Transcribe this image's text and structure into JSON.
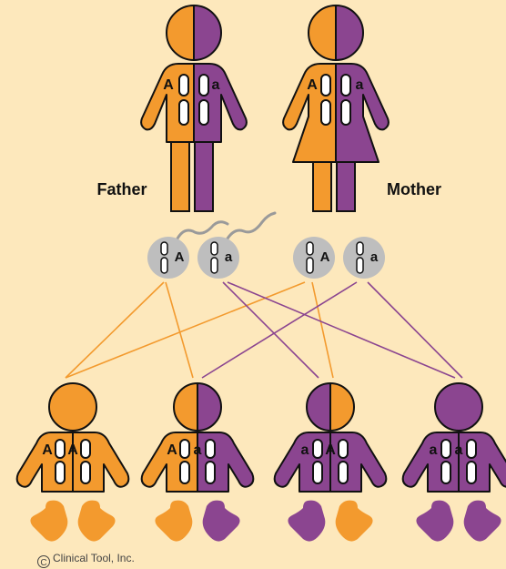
{
  "labels": {
    "father": "Father",
    "mother": "Mother",
    "copyright": "Clinical Tool, Inc."
  },
  "colors": {
    "background": "#FDE8BC",
    "dominant": "#F39A2E",
    "recessive": "#8B4590",
    "gamete": "#BEBEBE",
    "outline": "#111111"
  },
  "parents": [
    {
      "id": "father",
      "alleles": [
        "A",
        "a"
      ]
    },
    {
      "id": "mother",
      "alleles": [
        "A",
        "a"
      ]
    }
  ],
  "gametes": [
    {
      "parent": "father",
      "allele": "A"
    },
    {
      "parent": "father",
      "allele": "a"
    },
    {
      "parent": "mother",
      "allele": "A"
    },
    {
      "parent": "mother",
      "allele": "a"
    }
  ],
  "children": [
    {
      "genotype": "AA",
      "alleles": [
        "A",
        "A"
      ]
    },
    {
      "genotype": "Aa",
      "alleles": [
        "A",
        "a"
      ]
    },
    {
      "genotype": "aA",
      "alleles": [
        "a",
        "A"
      ]
    },
    {
      "genotype": "aa",
      "alleles": [
        "a",
        "a"
      ]
    }
  ]
}
